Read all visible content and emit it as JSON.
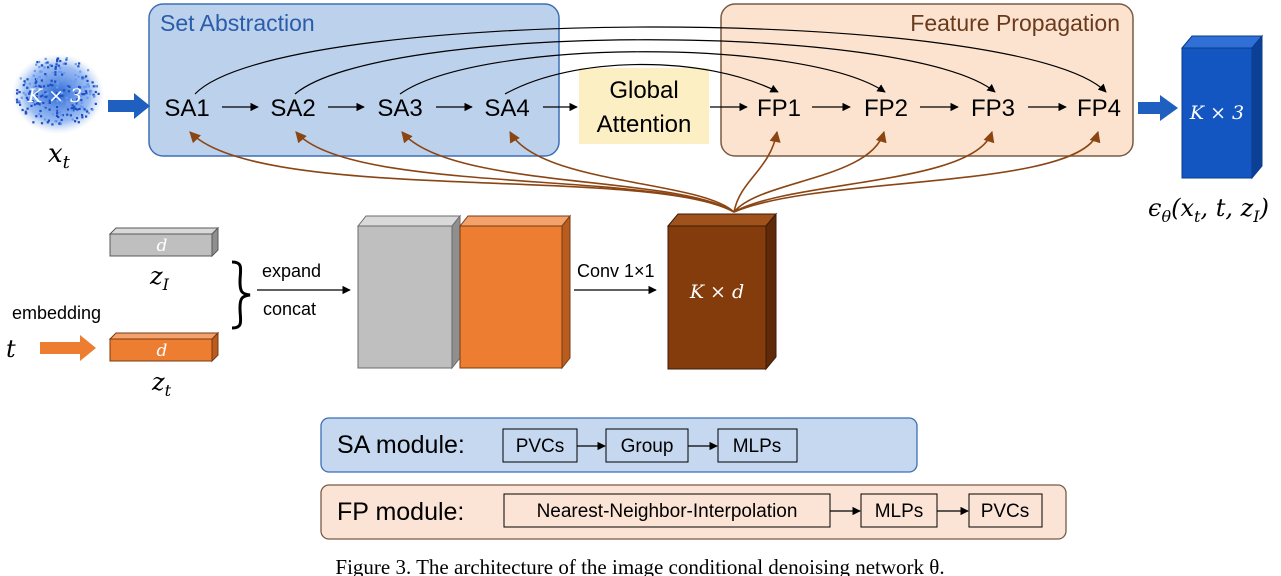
{
  "panels": {
    "set_abstraction": "Set Abstraction",
    "feature_propagation": "Feature Propagation"
  },
  "input": {
    "cloud_label": "K × 3",
    "symbol": "x",
    "symbol_sub": "t"
  },
  "sa_nodes": [
    "SA1",
    "SA2",
    "SA3",
    "SA4"
  ],
  "global_attention": {
    "line1": "Global",
    "line2": "Attention"
  },
  "fp_nodes": [
    "FP1",
    "FP2",
    "FP3",
    "FP4"
  ],
  "output": {
    "block_label": "K × 3",
    "formula": "ϵ_θ(x_t, t, z_I)",
    "eps": "ϵ",
    "theta": "θ",
    "x": "x",
    "x_sub": "t",
    "t": "t",
    "z": "z",
    "z_sub": "I"
  },
  "image_embed": {
    "d_label": "d",
    "symbol": "z",
    "symbol_sub": "I"
  },
  "time_embed": {
    "input_symbol": "t",
    "arrow_label": "embedding",
    "d_label": "d",
    "symbol": "z",
    "symbol_sub": "t"
  },
  "merge": {
    "expand": "expand",
    "concat": "concat"
  },
  "conv": {
    "label": "Conv 1×1",
    "block_label": "K × d"
  },
  "sa_module": {
    "label": "SA module:",
    "steps": [
      "PVCs",
      "Group",
      "MLPs"
    ]
  },
  "fp_module": {
    "label": "FP module:",
    "steps": [
      "Nearest-Neighbor-Interpolation",
      "MLPs",
      "PVCs"
    ]
  },
  "caption": "Figure 3. The architecture of the image conditional denoising network θ.",
  "colors": {
    "sa_fill": "#bcd1ec",
    "sa_stroke": "#3b6fb6",
    "sa_title": "#2a5caa",
    "fp_fill": "#fbe3d0",
    "fp_stroke": "#7a5a43",
    "fp_title": "#6b3a1d",
    "attention_fill": "#fdefc4",
    "blue_arrow": "#1f5fbf",
    "blue_block": "#1356c2",
    "orange": "#ed7d31",
    "gray": "#bfbfbf",
    "brown": "#843c0c",
    "brown_arrow": "#8b4513",
    "sa_module_fill": "#c5d8ef",
    "fp_module_fill": "#fbe4d5"
  }
}
